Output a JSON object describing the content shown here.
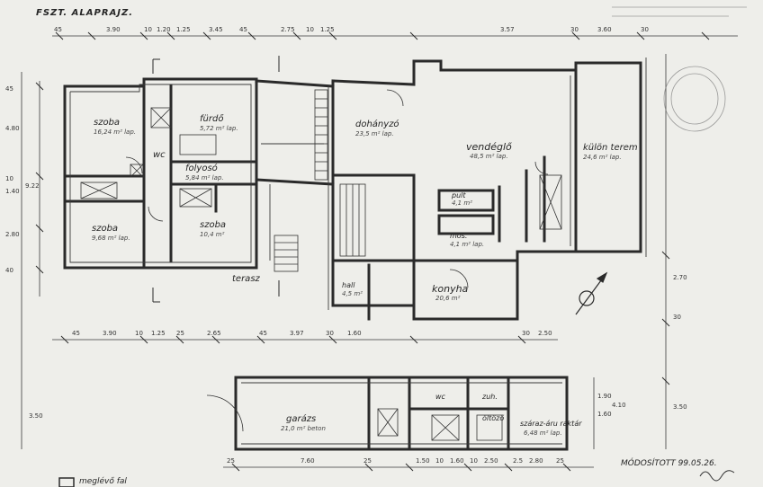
{
  "plan": {
    "title": "FSZT. ALAPRAJZ.",
    "modification_note": "MÓDOSÍTOTT 99.05.26.",
    "legend_label": "meglévő fal",
    "north_symbol": "north-arrow-icon",
    "ink_color": "#2a2a2a",
    "paper_color": "#eeeeea"
  },
  "rooms": [
    {
      "id": "szoba-1",
      "name": "szoba",
      "area": "16,24 m² lap."
    },
    {
      "id": "wc",
      "name": "wc",
      "area": ""
    },
    {
      "id": "folyoso",
      "name": "folyosó",
      "area": "5,84 m² lap."
    },
    {
      "id": "furdo",
      "name": "fürdő",
      "area": "5,72 m² lap."
    },
    {
      "id": "szoba-2",
      "name": "szoba",
      "area": "9,68 m² lap."
    },
    {
      "id": "szoba-3",
      "name": "szoba",
      "area": "10,4 m²"
    },
    {
      "id": "terasz",
      "name": "terasz",
      "area": ""
    },
    {
      "id": "dohanyzo",
      "name": "dohányzó",
      "area": "23,5 m² lap."
    },
    {
      "id": "vendeglo",
      "name": "vendéglő",
      "area": "48,5 m² lap."
    },
    {
      "id": "kulon-terem",
      "name": "külön terem",
      "area": "24,6 m² lap."
    },
    {
      "id": "pult",
      "name": "pult",
      "area": "4,1 m²"
    },
    {
      "id": "kezelo",
      "name": "mos.",
      "area": "4,1 m² lap."
    },
    {
      "id": "konyha",
      "name": "konyha",
      "area": "20,6 m²"
    },
    {
      "id": "hall",
      "name": "hall",
      "area": "4,5 m²"
    },
    {
      "id": "garazs",
      "name": "garázs",
      "area": "21,0 m² beton"
    },
    {
      "id": "wc-2",
      "name": "wc",
      "area": ""
    },
    {
      "id": "zuh",
      "name": "zuh.",
      "area": ""
    },
    {
      "id": "oltozo",
      "name": "öltöző",
      "area": ""
    },
    {
      "id": "szaraz-raktar",
      "name": "száraz-áru raktár",
      "area": "6,48 m² lap."
    }
  ],
  "dimensions": {
    "top": [
      "45",
      "3.90",
      "10",
      "1.20",
      "1.25",
      "3.45",
      "45",
      "2.75",
      "10",
      "1.25",
      "3.57",
      "30",
      "3.60",
      "30"
    ],
    "middle": [
      "45",
      "3.90",
      "10",
      "1.25",
      "25",
      "2.65",
      "45",
      "3.97",
      "30",
      "1.60",
      "30",
      "2.50"
    ],
    "bottom": [
      "25",
      "7.60",
      "25",
      "1.50",
      "10",
      "1.60",
      "10",
      "2.50",
      "2.5",
      "2.80",
      "25"
    ],
    "left": [
      "45",
      "4.80",
      "10",
      "1.40",
      "2.80",
      "40",
      "9.22"
    ],
    "right": [
      "2.70",
      "30",
      "3.50"
    ],
    "lower_right": [
      "1.90",
      "1.60",
      "4.10",
      "3.50"
    ]
  }
}
